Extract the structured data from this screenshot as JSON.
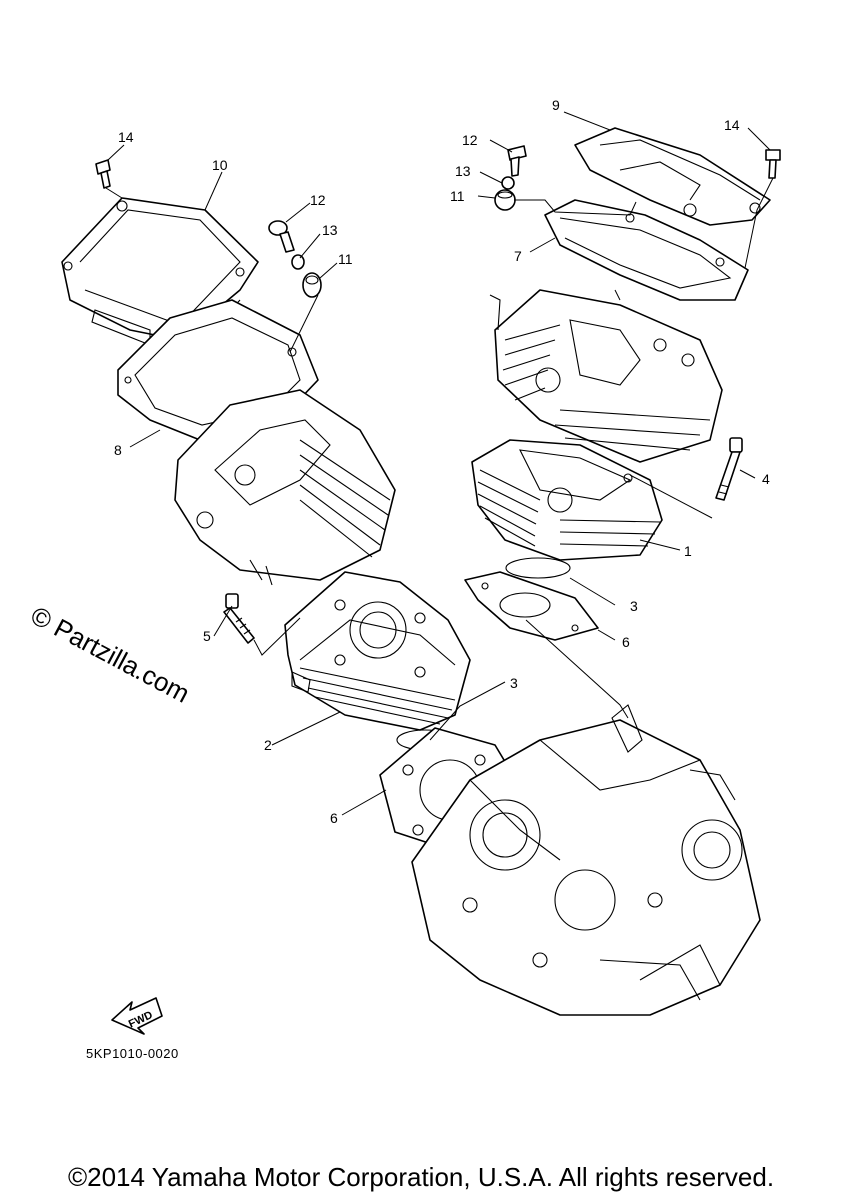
{
  "watermark": "© Partzilla.com",
  "diagram_code": "5KP1010-0020",
  "copyright": "©2014 Yamaha Motor Corporation, U.S.A. All rights reserved.",
  "fwd_label": "FWD",
  "callouts": {
    "c1": "1",
    "c2": "2",
    "c3a": "3",
    "c3b": "3",
    "c4": "4",
    "c5": "5",
    "c6a": "6",
    "c6b": "6",
    "c7": "7",
    "c8": "8",
    "c9": "9",
    "c10": "10",
    "c11a": "11",
    "c11b": "11",
    "c12a": "12",
    "c12b": "12",
    "c13a": "13",
    "c13b": "13",
    "c14a": "14",
    "c14b": "14"
  }
}
